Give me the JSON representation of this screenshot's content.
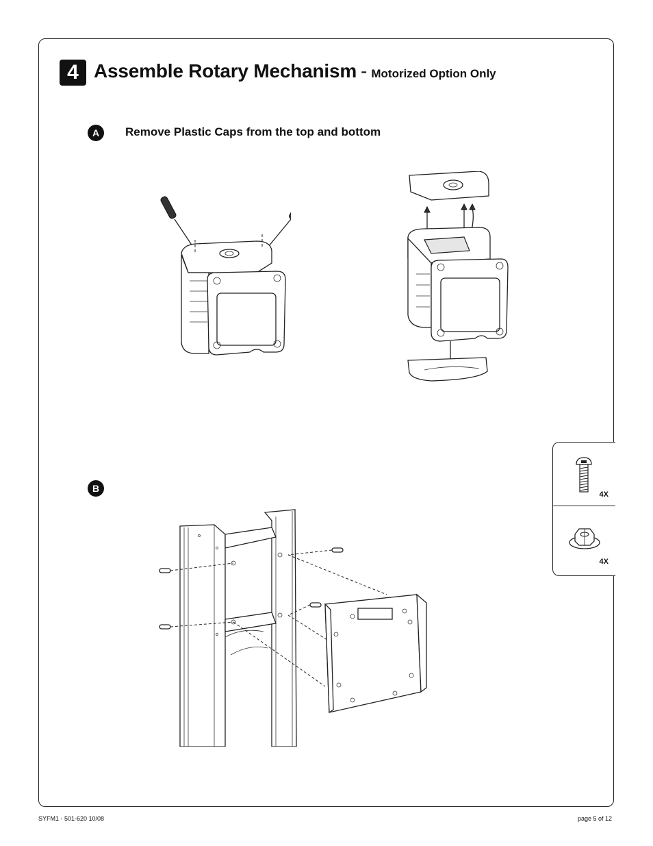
{
  "step": {
    "number": "4",
    "title": "Assemble Rotary Mechanism",
    "separator": "-",
    "subtitle": "Motorized Option Only"
  },
  "substeps": [
    {
      "badge": "A",
      "instruction": "Remove Plastic Caps from the top and bottom"
    },
    {
      "badge": "B",
      "instruction": ""
    }
  ],
  "hardware": [
    {
      "icon": "bolt-icon",
      "quantity": "4X"
    },
    {
      "icon": "flange-nut-icon",
      "quantity": "4X"
    }
  ],
  "footer": {
    "doc_id": "SYFM1 - 501-620  10/08",
    "page": "page 5 of 12"
  }
}
